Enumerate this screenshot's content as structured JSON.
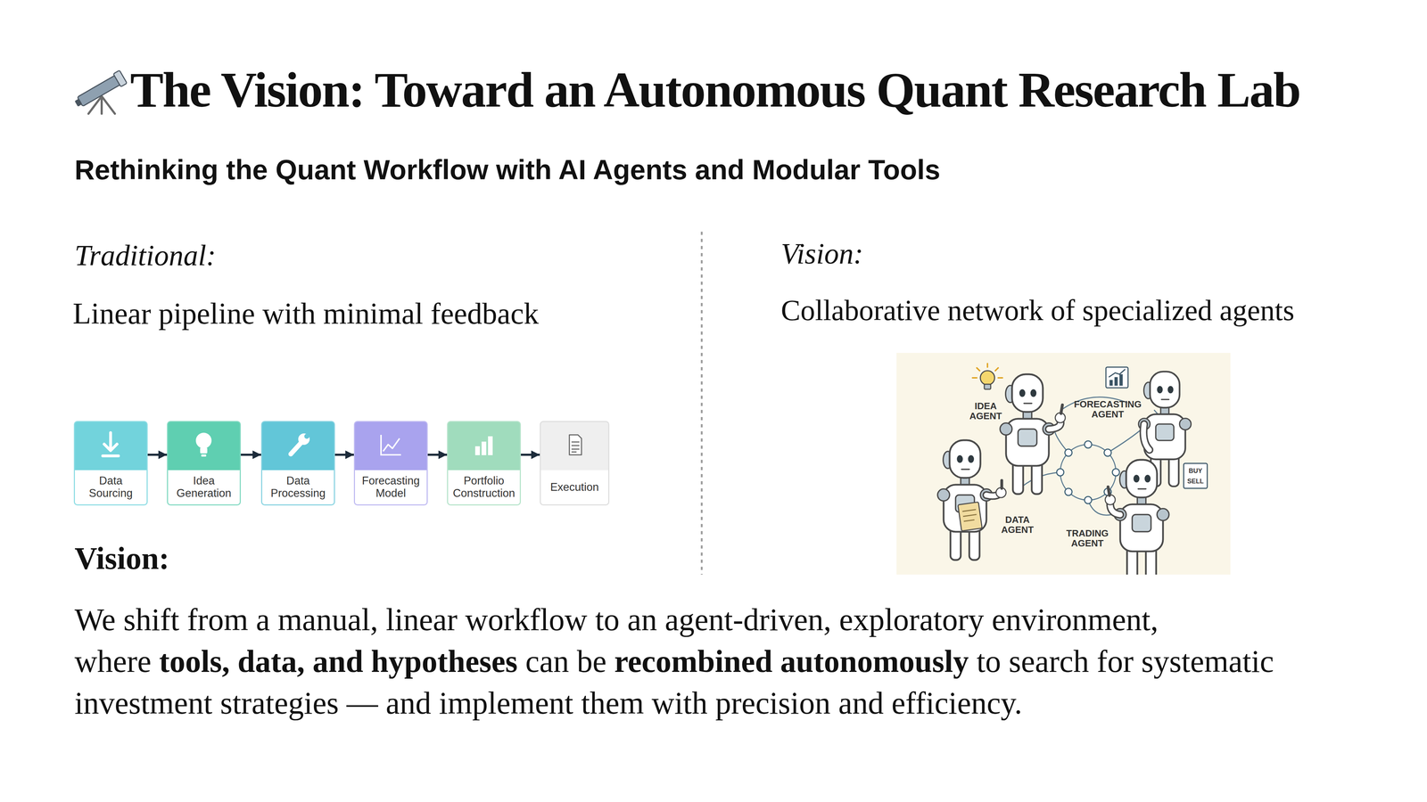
{
  "diagram": {
    "title": "The Vision: Toward an Autonomous Quant Research Lab",
    "nodes": [
      {
        "text": [
          "Data Sourcing"
        ]
      },
      {
        "text": [
          "Idea Generation"
        ]
      },
      {
        "text": [
          "Data Processing"
        ]
      },
      {
        "text": [
          "Forecasting Model"
        ]
      },
      {
        "text": [
          "Portfolio Construction"
        ]
      },
      {
        "text": [
          "Execution"
        ]
      }
    ],
    "edges": [
      {
        "from": 0,
        "to": 1,
        "arrow": "to"
      },
      {
        "from": 1,
        "to": 2,
        "arrow": "to"
      },
      {
        "from": 2,
        "to": 3,
        "arrow": "to"
      },
      {
        "from": 3,
        "to": 4,
        "arrow": "to"
      },
      {
        "from": 4,
        "to": 5,
        "arrow": "to"
      }
    ],
    "labels": [
      "Rethinking the Quant Workflow with AI Agents and Modular Tools",
      "Traditional:",
      "Linear pipeline with minimal feedback",
      "Vision:",
      "Collaborative network of specialized agents",
      "IDEA AGENT",
      "FORECASTING AGENT",
      "DATA AGENT",
      "TRADING AGENT",
      "BUY",
      "SELL",
      "Vision:",
      "We shift from a manual, linear workflow to an agent-driven, exploratory environment, where",
      "tools, data, and hypotheses",
      "can be",
      "recombined autonomously",
      "to search for systematic investment strategies — and implement them with precision and efficiency."
    ]
  }
}
